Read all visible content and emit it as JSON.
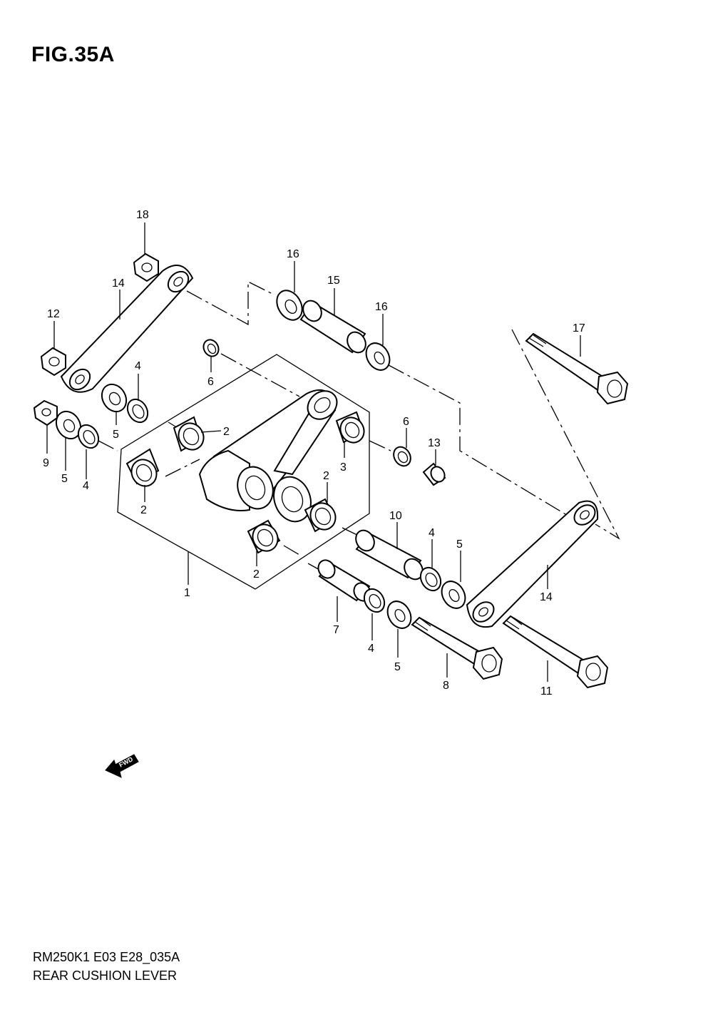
{
  "header": {
    "figure_title": "FIG.35A"
  },
  "footer": {
    "model_code": "RM250K1 E03 E28_035A",
    "diagram_title": "REAR CUSHION LEVER"
  },
  "direction_marker": {
    "label": "FWD",
    "icon": "forward-arrow-icon"
  },
  "callouts": [
    {
      "id": "c18",
      "label": "18"
    },
    {
      "id": "c14a",
      "label": "14"
    },
    {
      "id": "c12",
      "label": "12"
    },
    {
      "id": "c16a",
      "label": "16"
    },
    {
      "id": "c15",
      "label": "15"
    },
    {
      "id": "c16b",
      "label": "16"
    },
    {
      "id": "c17",
      "label": "17"
    },
    {
      "id": "c6a",
      "label": "6"
    },
    {
      "id": "c4a",
      "label": "4"
    },
    {
      "id": "c5a",
      "label": "5"
    },
    {
      "id": "c2a",
      "label": "2"
    },
    {
      "id": "c9",
      "label": "9"
    },
    {
      "id": "c5b",
      "label": "5"
    },
    {
      "id": "c4b",
      "label": "4"
    },
    {
      "id": "c2b",
      "label": "2"
    },
    {
      "id": "c3",
      "label": "3"
    },
    {
      "id": "c6b",
      "label": "6"
    },
    {
      "id": "c13",
      "label": "13"
    },
    {
      "id": "c2c",
      "label": "2"
    },
    {
      "id": "c10",
      "label": "10"
    },
    {
      "id": "c4c",
      "label": "4"
    },
    {
      "id": "c5c",
      "label": "5"
    },
    {
      "id": "c2d",
      "label": "2"
    },
    {
      "id": "c1",
      "label": "1"
    },
    {
      "id": "c14b",
      "label": "14"
    },
    {
      "id": "c7",
      "label": "7"
    },
    {
      "id": "c4d",
      "label": "4"
    },
    {
      "id": "c5d",
      "label": "5"
    },
    {
      "id": "c8",
      "label": "8"
    },
    {
      "id": "c11",
      "label": "11"
    }
  ]
}
